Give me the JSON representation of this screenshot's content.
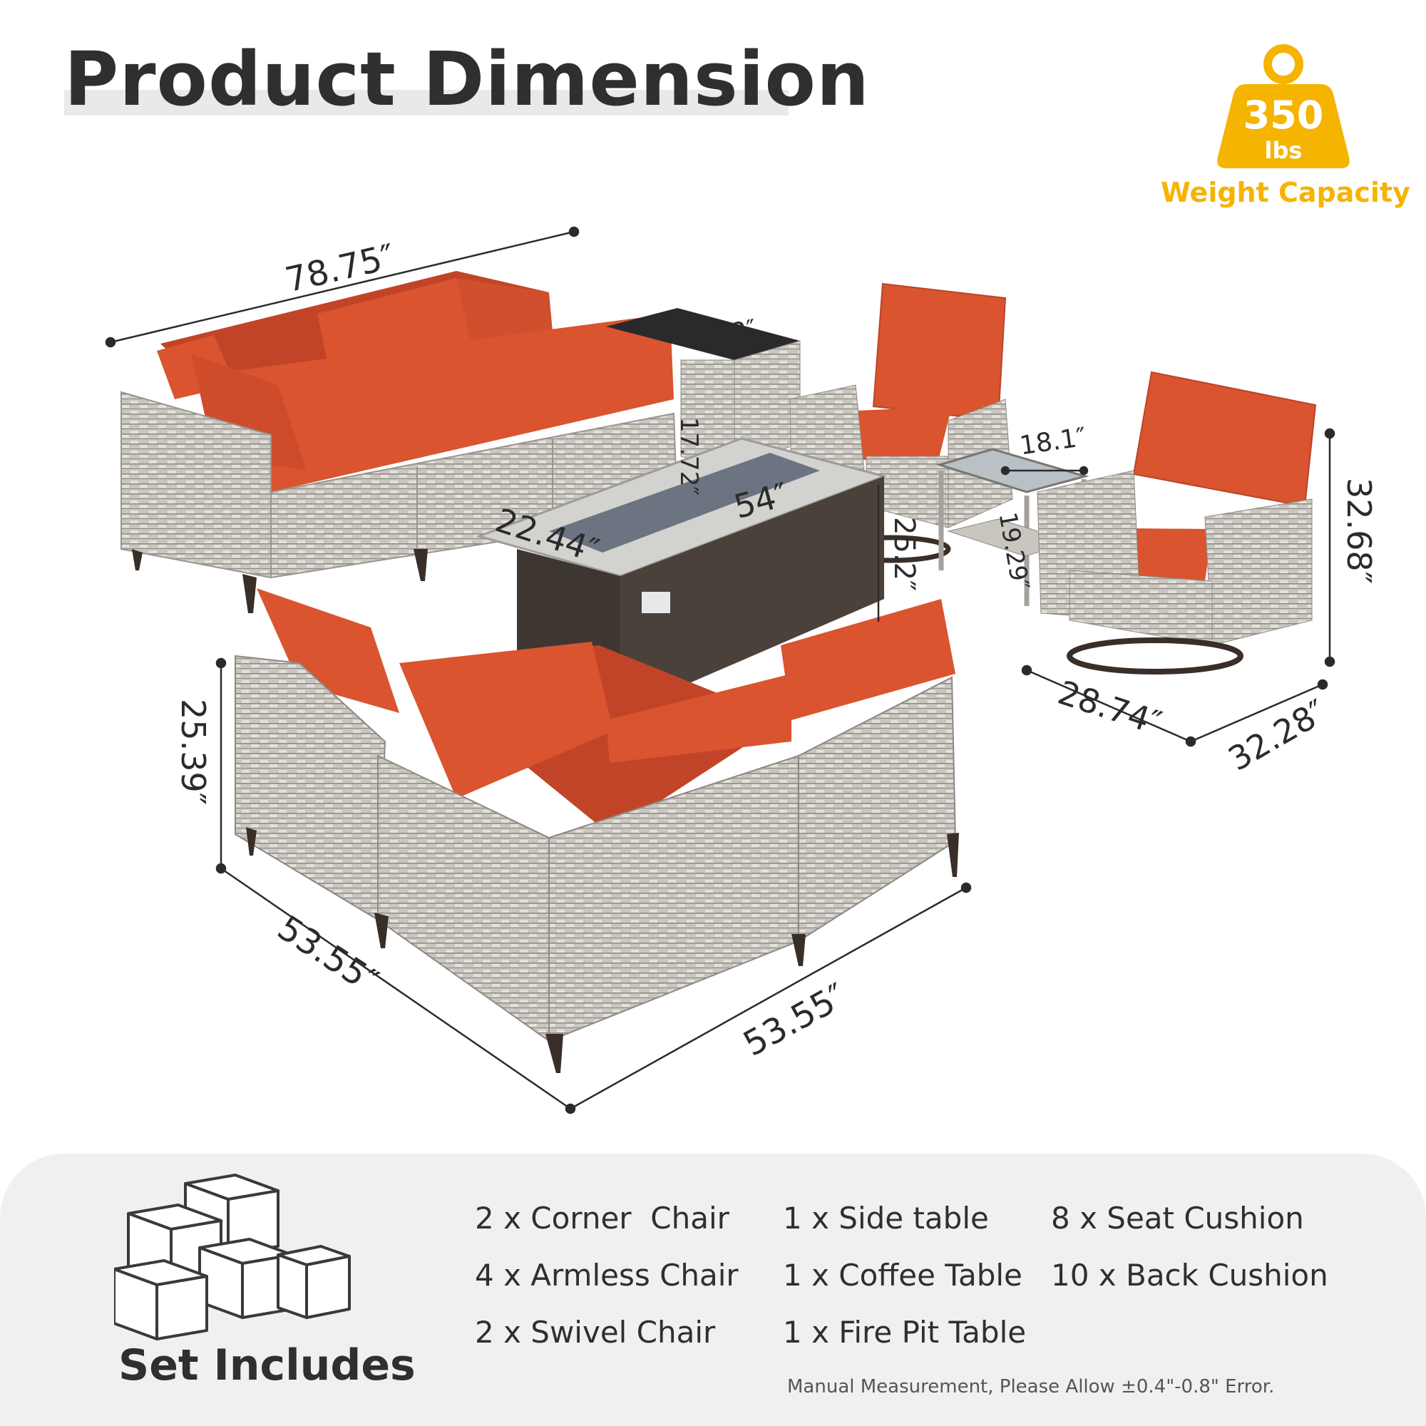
{
  "title": "Product Dimension",
  "badge": {
    "number": "350",
    "unit": "lbs",
    "caption": "Weight Capacity",
    "color": "#f5b400"
  },
  "accent": {
    "cushion": "#d9542f",
    "wicker": "#c9c5bf",
    "frame": "#3a2e28"
  },
  "dimensions": {
    "sofa_length": "78.75″",
    "side_table_top": "25.2″",
    "side_table_height": "17.72″",
    "fire_table_length": "54″",
    "fire_table_width": "22.44″",
    "fire_table_height": "25.2″",
    "glass_table_width": "18.1″",
    "glass_table_height": "19.29″",
    "swivel_height": "32.68″",
    "swivel_width": "28.74″",
    "swivel_depth": "32.28″",
    "corner_height": "25.39″",
    "corner_left": "53.55″",
    "corner_right": "53.55″"
  },
  "set": {
    "label": "Set Includes",
    "items": [
      "2 x Corner  Chair",
      "4 x Armless Chair",
      "2 x Swivel Chair",
      "1 x Side table",
      "1 x Coffee Table",
      "1 x Fire Pit Table",
      "8 x Seat Cushion",
      "10 x Back Cushion"
    ]
  },
  "note": "Manual Measurement, Please Allow ±0.4\"-0.8\" Error."
}
